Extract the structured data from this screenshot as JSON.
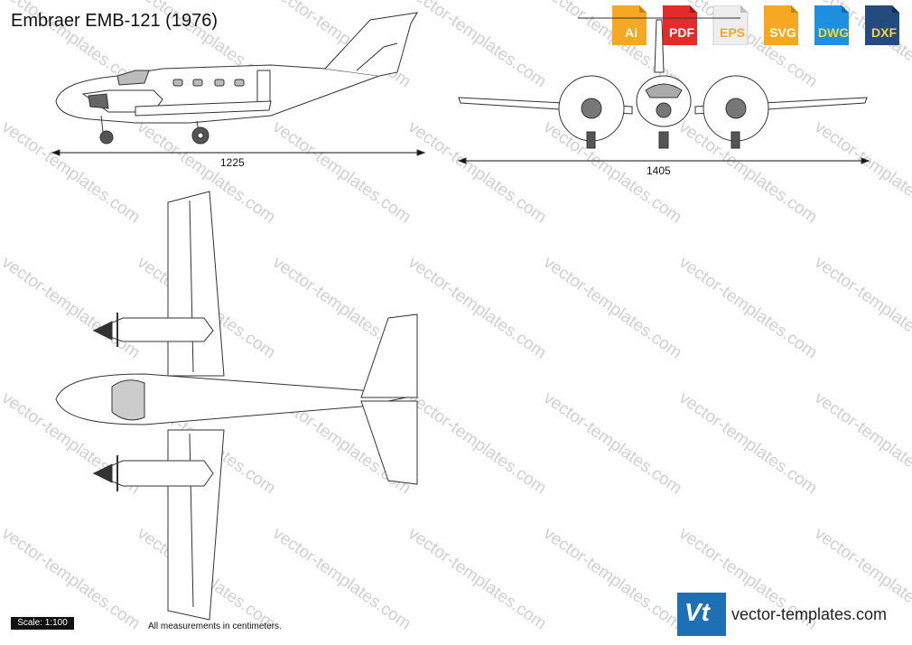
{
  "title": "Embraer EMB-121 (1976)",
  "formats": [
    {
      "label": "Ai",
      "color": "#f7a823",
      "icon": "ai-file-icon"
    },
    {
      "label": "PDF",
      "color": "#e42b2b",
      "icon": "pdf-file-icon"
    },
    {
      "label": "EPS",
      "color": "#f0f0f0",
      "icon": "eps-file-icon"
    },
    {
      "label": "SVG",
      "color": "#f7a823",
      "icon": "svg-file-icon"
    },
    {
      "label": "DWG",
      "color": "#1f8fe0",
      "icon": "dwg-file-icon"
    },
    {
      "label": "DXF",
      "color": "#234c7c",
      "icon": "dxf-file-icon"
    }
  ],
  "dimensions": {
    "side_length": "1225",
    "front_span": "1405"
  },
  "scale": "Scale: 1:100",
  "note": "All measurements in centimeters.",
  "brand": {
    "logo_text": "Vt",
    "site": "vector-templates.com"
  },
  "watermark": "vector-templates.com"
}
